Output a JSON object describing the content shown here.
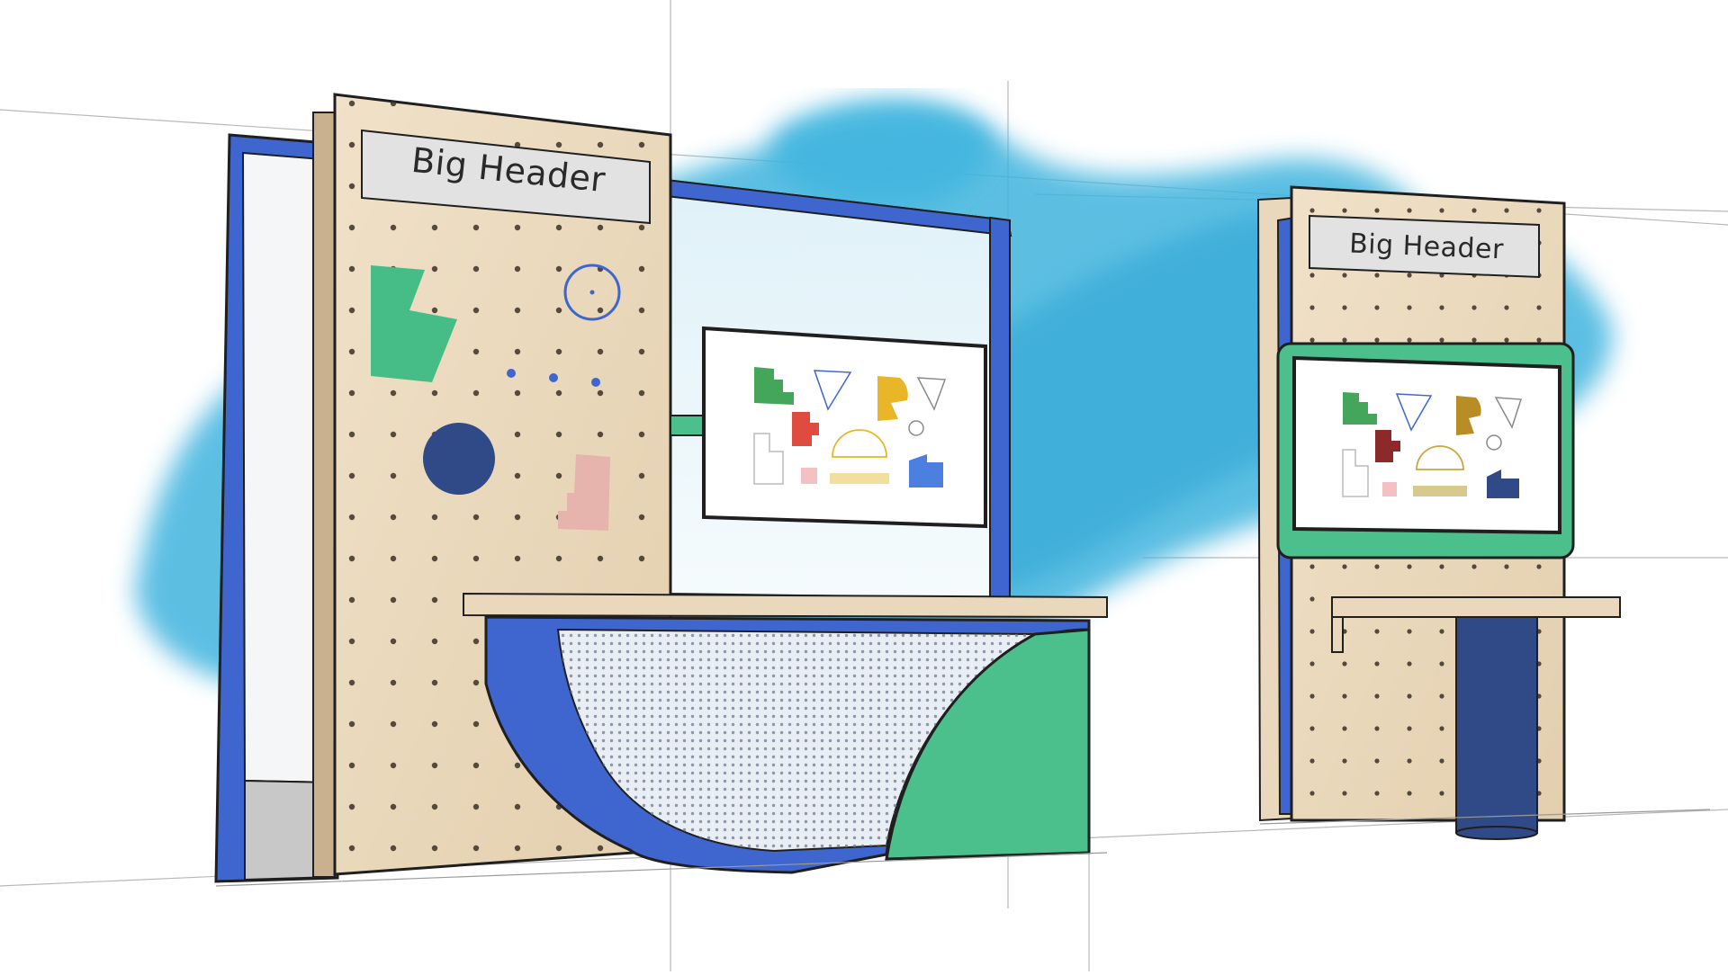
{
  "scene": {
    "type": "exhibit-kiosk-sketch",
    "colors": {
      "wood": "#ead8bd",
      "wood_edge": "#c9b08e",
      "frame_blue": "#3f66cf",
      "brush_blue": "#3db3dc",
      "accent_green": "#4bbf8c",
      "navy": "#2f4a86",
      "pink": "#e6b3ad",
      "screen_white": "#ffffff",
      "outline": "#1f1f1f"
    }
  },
  "kiosk_large": {
    "header_text": "Big Header",
    "icons": [
      "green-lightning-shape-icon",
      "blue-ring-icon",
      "navy-circle-icon",
      "pink-stepped-shape-icon"
    ]
  },
  "kiosk_small": {
    "header_text": "Big Header"
  },
  "screen_graphics": [
    "green-steps-icon",
    "blue-triangle-outline-icon",
    "yellow-pacman-icon",
    "triangle-outline-icon",
    "red-steps-icon",
    "semicircle-outline-icon",
    "small-circle-outline-icon",
    "pink-square-icon",
    "blue-stepped-block-icon"
  ]
}
